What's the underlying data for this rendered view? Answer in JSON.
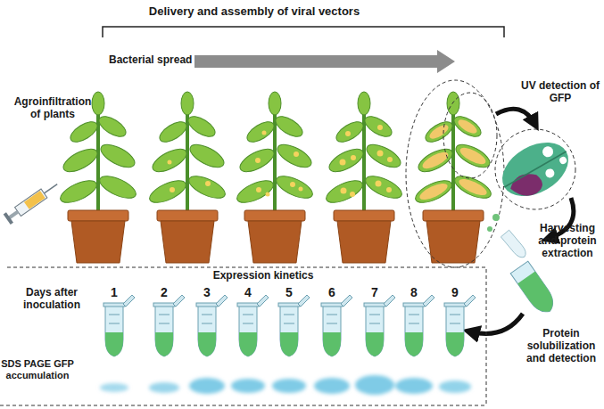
{
  "diagram": {
    "title": "Delivery and assembly of viral vectors",
    "labels": [
      "Bacterial spread",
      "Agroinfiltration of plants",
      "UV detection of GFP",
      "Harvesting and protein extraction",
      "Expression kinetics",
      "Days after inoculation",
      "1",
      "2",
      "3",
      "4",
      "5",
      "6",
      "7",
      "8",
      "9",
      "SDS PAGE GFP accumulation",
      "Protein solubilization and detection"
    ]
  }
}
